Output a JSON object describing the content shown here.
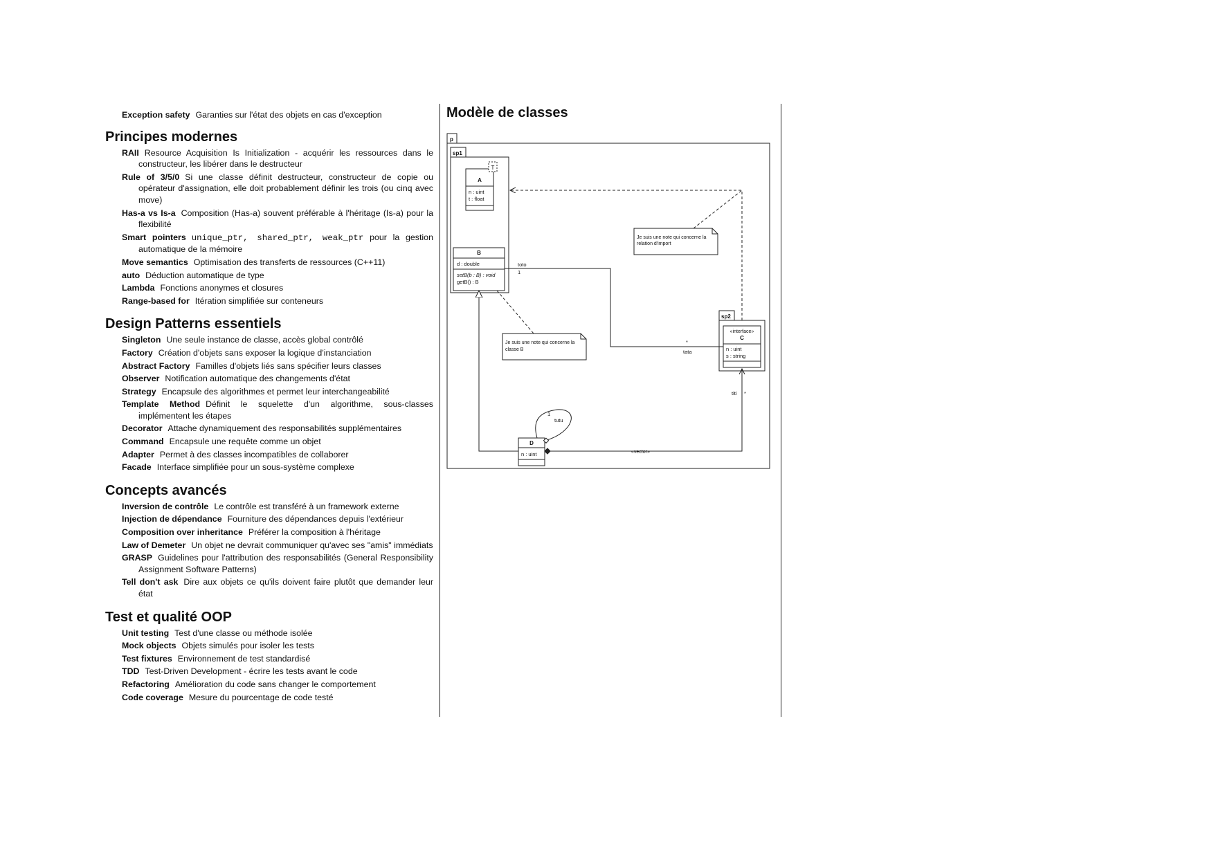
{
  "top_entry": {
    "term": "Exception safety",
    "desc": "Garanties sur l'état des objets en cas d'exception"
  },
  "sections": [
    {
      "title": "Principes modernes",
      "entries": [
        {
          "term": "RAII",
          "desc": "Resource Acquisition Is Initialization - acquérir les ressources dans le constructeur, les libérer dans le destructeur"
        },
        {
          "term": "Rule of 3/5/0",
          "desc": "Si une classe définit destructeur, constructeur de copie ou opérateur d'assignation, elle doit probablement définir les trois (ou cinq avec move)"
        },
        {
          "term": "Has-a vs Is-a",
          "desc": "Composition (Has-a) souvent préférable à l'héritage (Is-a) pour la flexibilité"
        },
        {
          "term": "Smart pointers",
          "code": "unique_ptr, shared_ptr, weak_ptr",
          "desc": "pour la gestion automatique de la mémoire"
        },
        {
          "term": "Move semantics",
          "desc": "Optimisation des transferts de ressources (C++11)"
        },
        {
          "term": "auto",
          "desc": "Déduction automatique de type"
        },
        {
          "term": "Lambda",
          "desc": "Fonctions anonymes et closures"
        },
        {
          "term": "Range-based for",
          "desc": "Itération simplifiée sur conteneurs"
        }
      ]
    },
    {
      "title": "Design Patterns essentiels",
      "entries": [
        {
          "term": "Singleton",
          "desc": "Une seule instance de classe, accès global contrôlé"
        },
        {
          "term": "Factory",
          "desc": "Création d'objets sans exposer la logique d'instanciation"
        },
        {
          "term": "Abstract Factory",
          "desc": "Familles d'objets liés sans spécifier leurs classes"
        },
        {
          "term": "Observer",
          "desc": "Notification automatique des changements d'état"
        },
        {
          "term": "Strategy",
          "desc": "Encapsule des algorithmes et permet leur interchangeabilité"
        },
        {
          "term": "Template Method",
          "desc": "Définit le squelette d'un algorithme, sous-classes implémentent les étapes"
        },
        {
          "term": "Decorator",
          "desc": "Attache dynamiquement des responsabilités supplémentaires"
        },
        {
          "term": "Command",
          "desc": "Encapsule une requête comme un objet"
        },
        {
          "term": "Adapter",
          "desc": "Permet à des classes incompatibles de collaborer"
        },
        {
          "term": "Facade",
          "desc": "Interface simplifiée pour un sous-système complexe"
        }
      ]
    },
    {
      "title": "Concepts avancés",
      "entries": [
        {
          "term": "Inversion de contrôle",
          "desc": "Le contrôle est transféré à un framework externe"
        },
        {
          "term": "Injection de dépendance",
          "desc": "Fourniture des dépendances depuis l'extérieur"
        },
        {
          "term": "Composition over inheritance",
          "desc": "Préférer la composition à l'héritage"
        },
        {
          "term": "Law of Demeter",
          "desc": "Un objet ne devrait communiquer qu'avec ses \"amis\" immédiats"
        },
        {
          "term": "GRASP",
          "desc": "Guidelines pour l'attribution des responsabilités (General Responsibility Assignment Software Patterns)"
        },
        {
          "term": "Tell don't ask",
          "desc": "Dire aux objets ce qu'ils doivent faire plutôt que demander leur état"
        }
      ]
    },
    {
      "title": "Test et qualité OOP",
      "entries": [
        {
          "term": "Unit testing",
          "desc": "Test d'une classe ou méthode isolée"
        },
        {
          "term": "Mock objects",
          "desc": "Objets simulés pour isoler les tests"
        },
        {
          "term": "Test fixtures",
          "desc": "Environnement de test standardisé"
        },
        {
          "term": "TDD",
          "desc": "Test-Driven Development - écrire les tests avant le code"
        },
        {
          "term": "Refactoring",
          "desc": "Amélioration du code sans changer le comportement"
        },
        {
          "term": "Code coverage",
          "desc": "Mesure du pourcentage de code testé"
        }
      ]
    }
  ],
  "diagram": {
    "title": "Modèle de classes",
    "package_p": "p",
    "package_sp1": "sp1",
    "package_sp2": "sp2",
    "class_a": {
      "name": "A",
      "template": "T",
      "attrs": [
        "n : uint",
        "t : float"
      ]
    },
    "class_b": {
      "name": "B",
      "attrs": [
        "d : double"
      ],
      "ops": [
        "setB(b : B) : void",
        "getB() : B"
      ]
    },
    "class_c": {
      "stereotype": "«interface»",
      "name": "C",
      "attrs": [
        "n : uint",
        "s : string"
      ]
    },
    "class_d": {
      "name": "D",
      "attrs": [
        "n : uint"
      ]
    },
    "note_import": [
      "Je suis une note qui concerne la",
      "relation d'import"
    ],
    "note_b": [
      "Je suis une note qui concerne la",
      "classe B"
    ],
    "assoc_bc": {
      "role_b": "toto",
      "mult_b": "1",
      "role_c": "tata",
      "mult_c": "*"
    },
    "self_assoc": {
      "mult": "1",
      "role": "tutu"
    },
    "comp_dc": {
      "role": "titi",
      "mult": "*",
      "stereotype": "«vector»"
    }
  }
}
